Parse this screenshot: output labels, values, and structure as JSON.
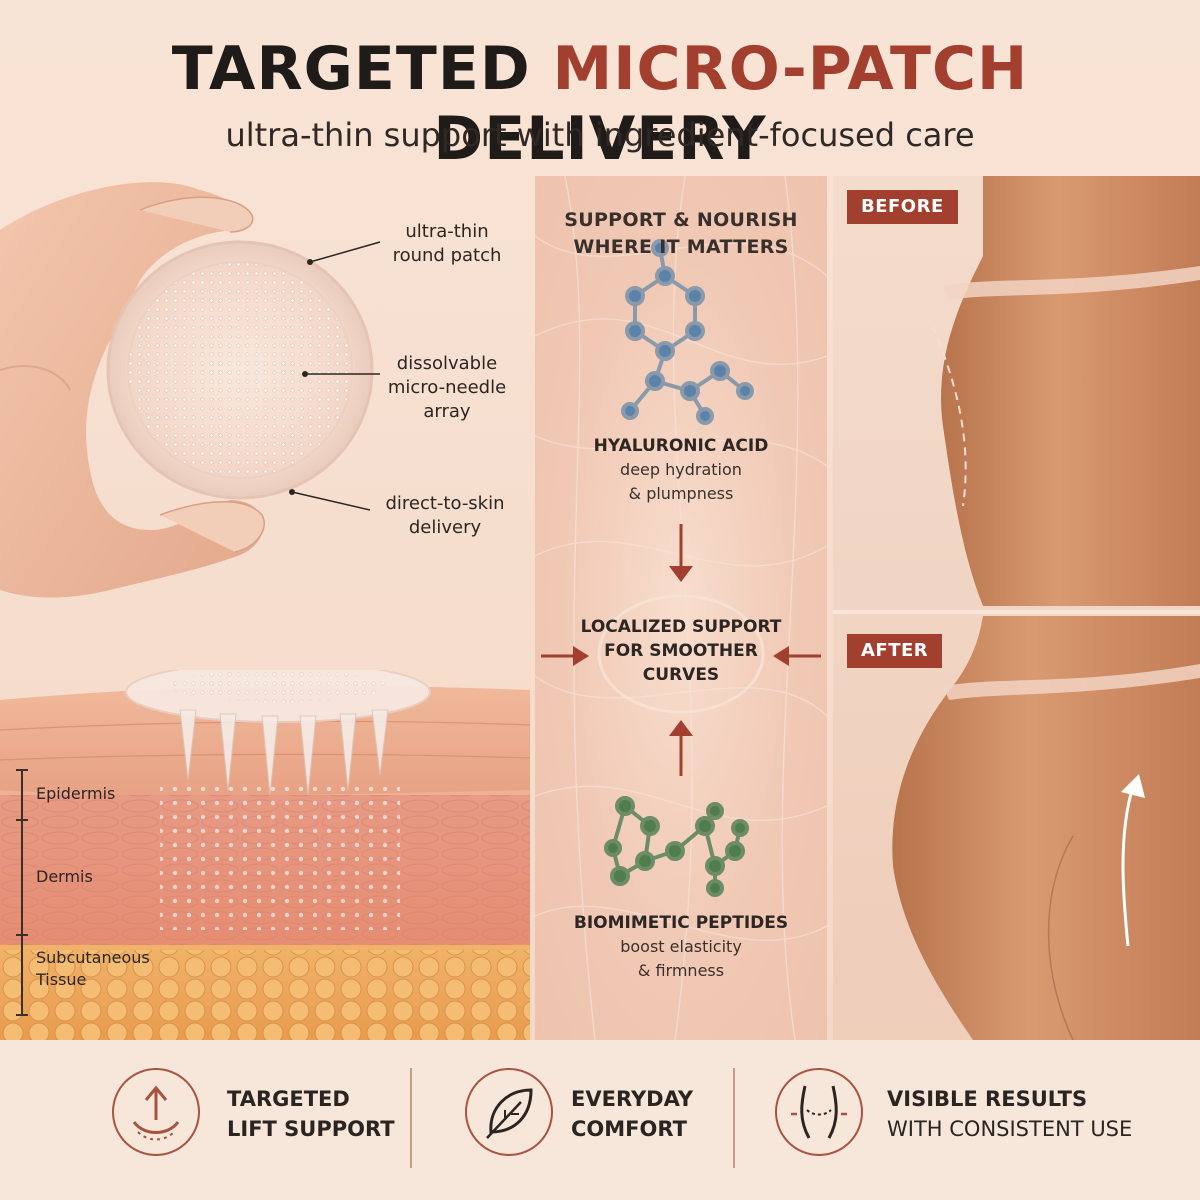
{
  "header": {
    "title_part1": "TARGETED",
    "title_accent": "MICRO-PATCH",
    "title_part2": "DELIVERY",
    "subtitle": "ultra-thin support with ingredient-focused care"
  },
  "left_panel": {
    "callouts": [
      {
        "line1": "ultra-thin",
        "line2": "round patch"
      },
      {
        "line1": "dissolvable",
        "line2": "micro-needle",
        "line3": "array"
      },
      {
        "line1": "direct-to-skin",
        "line2": "delivery"
      }
    ],
    "layers": [
      "Epidermis",
      "Dermis",
      "Subcutaneous",
      "Tissue"
    ]
  },
  "middle_panel": {
    "heading_line1": "SUPPORT & NOURISH",
    "heading_line2": "WHERE IT MATTERS",
    "ingredient1": {
      "name": "HYALURONIC ACID",
      "desc1": "deep hydration",
      "desc2": "& plumpness"
    },
    "center_line1": "LOCALIZED SUPPORT",
    "center_line2": "FOR SMOOTHER",
    "center_line3": "CURVES",
    "ingredient2": {
      "name": "BIOMIMETIC PEPTIDES",
      "desc1": "boost elasticity",
      "desc2": "& firmness"
    }
  },
  "right_panel": {
    "before_label": "BEFORE",
    "after_label": "AFTER"
  },
  "footer": {
    "features": [
      {
        "line1": "TARGETED",
        "line2": "LIFT SUPPORT",
        "icon": "lift-arrow-icon"
      },
      {
        "line1": "EVERYDAY",
        "line2": "COMFORT",
        "icon": "leaf-icon"
      },
      {
        "line1": "VISIBLE RESULTS",
        "line2": "WITH CONSISTENT USE",
        "icon": "body-contour-icon"
      }
    ]
  },
  "colors": {
    "accent": "#a33f2e",
    "background": "#f6dfd0",
    "footer_bg": "#f7e6da",
    "blue_molecule": "#5b82a8",
    "green_molecule": "#4f7d4c"
  }
}
